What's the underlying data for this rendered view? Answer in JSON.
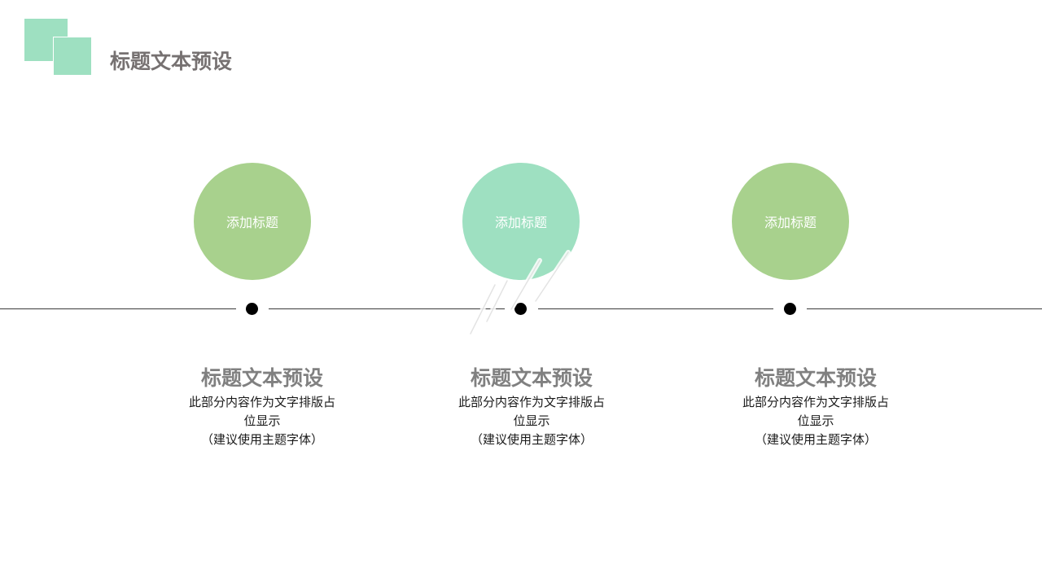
{
  "slide": {
    "title": "标题文本预设"
  },
  "colors": {
    "mint": "#9ee0c1",
    "green": "#a8d18d",
    "title_gray": "#767171",
    "text_dark": "#1a1a1a",
    "line": "#3a3a3a"
  },
  "items": [
    {
      "circle_label": "添加标题",
      "circle_color": "#a8d18d",
      "title": "标题文本预设",
      "desc_line1": "此部分内容作为文字排版占",
      "desc_line2": "位显示",
      "desc_line3": "（建议使用主题字体）"
    },
    {
      "circle_label": "添加标题",
      "circle_color": "#9ee0c1",
      "title": "标题文本预设",
      "desc_line1": "此部分内容作为文字排版占",
      "desc_line2": "位显示",
      "desc_line3": "（建议使用主题字体）"
    },
    {
      "circle_label": "添加标题",
      "circle_color": "#a8d18d",
      "title": "标题文本预设",
      "desc_line1": "此部分内容作为文字排版占",
      "desc_line2": "位显示",
      "desc_line3": "（建议使用主题字体）"
    }
  ]
}
